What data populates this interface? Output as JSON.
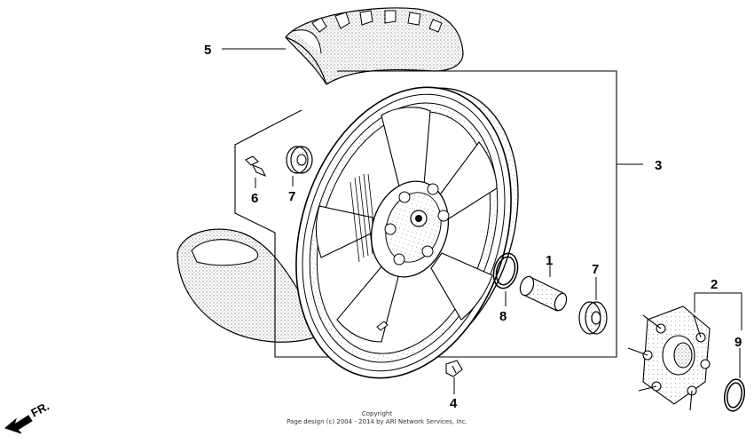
{
  "callouts": {
    "part_1": "1",
    "part_2": "2",
    "part_3": "3",
    "part_4": "4",
    "part_5": "5",
    "part_6": "6",
    "part_7_left": "7",
    "part_7_right": "7",
    "part_8": "8",
    "part_9": "9"
  },
  "direction_label": "FR.",
  "copyright": {
    "line1": "Copyright",
    "line2": "Page design (c) 2004 - 2014 by ARI Network Services, Inc."
  },
  "colors": {
    "ink": "#000000",
    "paper": "#ffffff",
    "stipple": "#8a8a8a"
  }
}
